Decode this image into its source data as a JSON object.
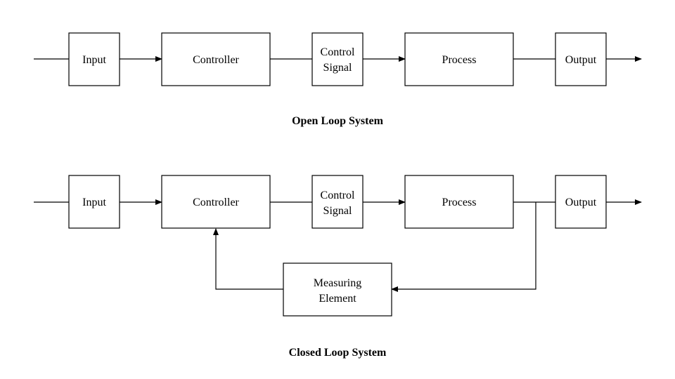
{
  "open_loop": {
    "title": "Open Loop System",
    "blocks": {
      "input": "Input",
      "controller": "Controller",
      "control_signal": [
        "Control",
        "Signal"
      ],
      "process": "Process",
      "output": "Output"
    }
  },
  "closed_loop": {
    "title": "Closed Loop System",
    "blocks": {
      "input": "Input",
      "controller": "Controller",
      "control_signal": [
        "Control",
        "Signal"
      ],
      "process": "Process",
      "output": "Output",
      "measuring_element": [
        "Measuring",
        "Element"
      ]
    }
  }
}
